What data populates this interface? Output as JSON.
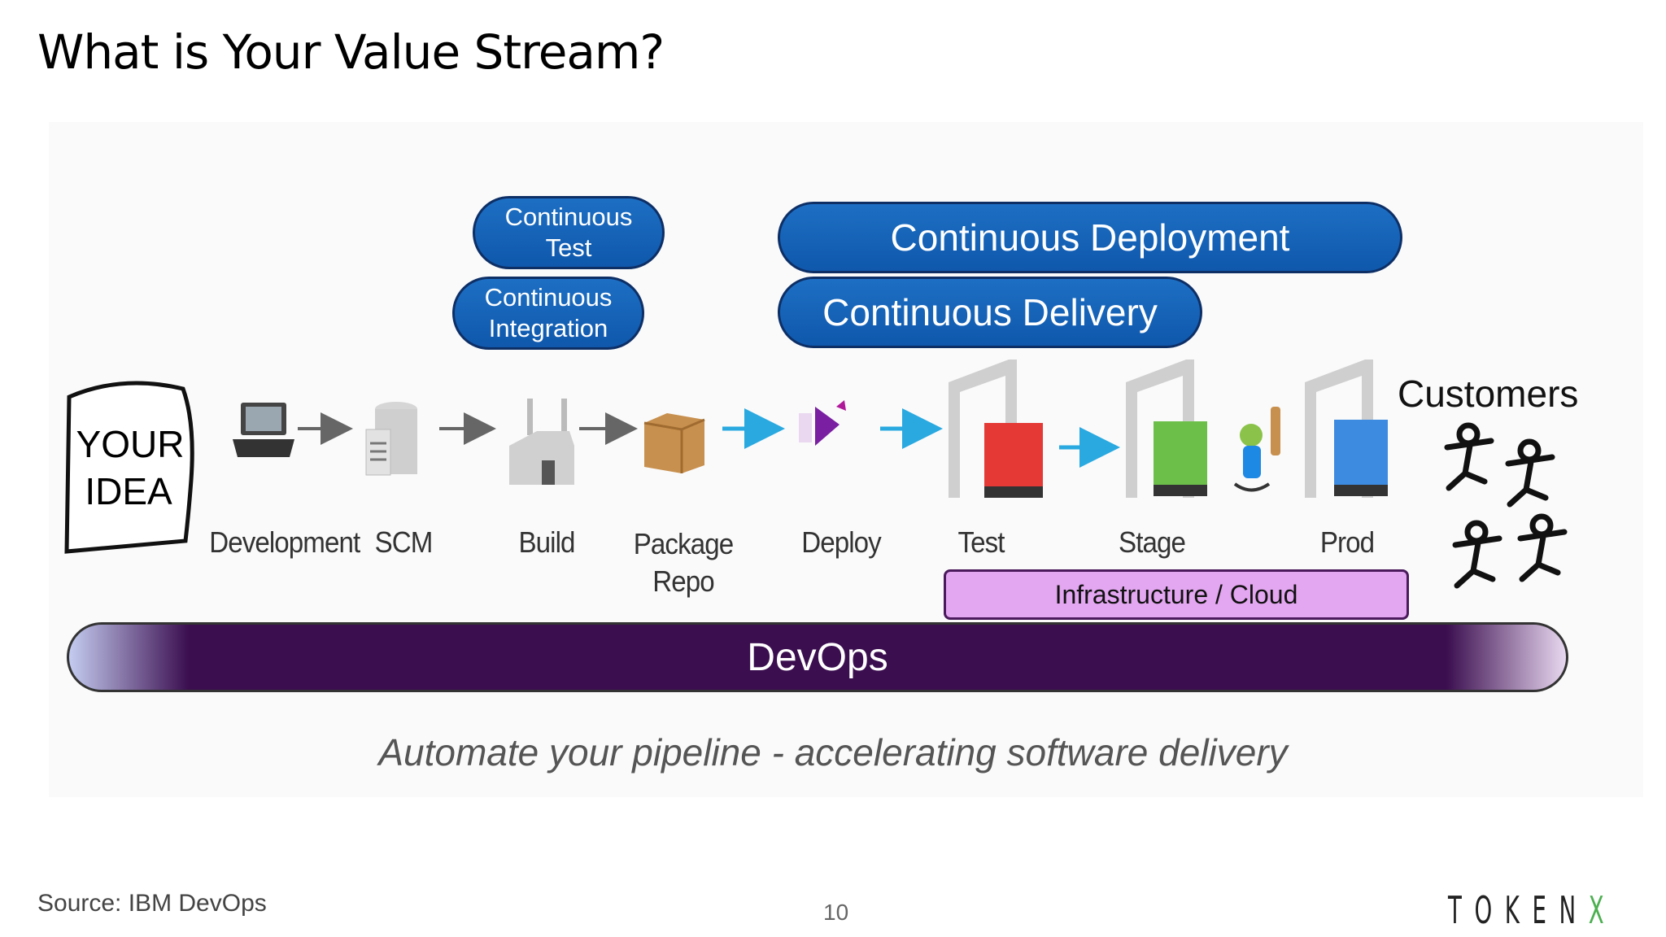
{
  "slide": {
    "title": "What is Your Value Stream?",
    "source": "Source: IBM DevOps",
    "page_number": "10",
    "logo": {
      "main": "TOKEN",
      "accent": "X"
    }
  },
  "diagram": {
    "idea_label": {
      "line1": "YOUR",
      "line2": "IDEA"
    },
    "phases": {
      "continuous_test": {
        "line1": "Continuous",
        "line2": "Test"
      },
      "continuous_integration": {
        "line1": "Continuous",
        "line2": "Integration"
      },
      "continuous_deployment": "Continuous Deployment",
      "continuous_delivery": "Continuous Delivery"
    },
    "stages": {
      "development": "Development",
      "scm": "SCM",
      "build": "Build",
      "package_repo": {
        "line1": "Package",
        "line2": "Repo"
      },
      "deploy": "Deploy",
      "test": "Test",
      "stage": "Stage",
      "prod": "Prod"
    },
    "customers": "Customers",
    "infrastructure": "Infrastructure / Cloud",
    "devops": "DevOps",
    "tagline": "Automate your pipeline - accelerating software delivery",
    "colors": {
      "pill_blue": "#1565c0",
      "devops_purple": "#3b0e4f",
      "infra_pink": "#e3a6f0",
      "arrow_cyan": "#29a9e0"
    }
  }
}
